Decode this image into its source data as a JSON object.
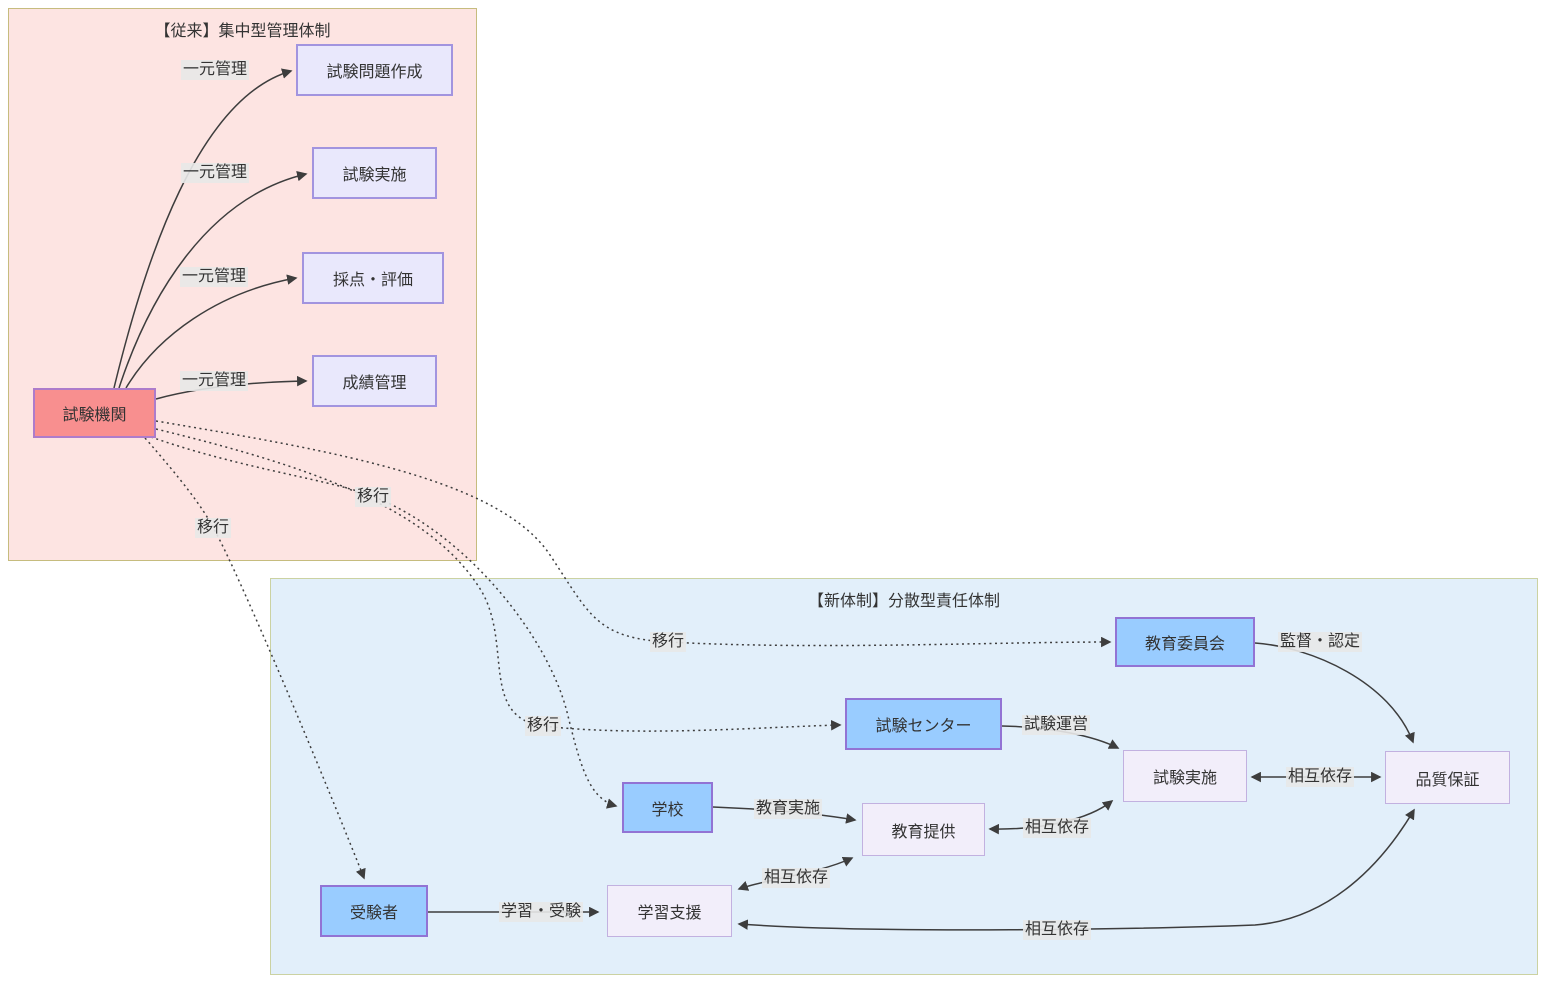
{
  "diagram_type": "flowchart",
  "clusters": {
    "legacy": {
      "title": "【従来】集中型管理体制"
    },
    "modern": {
      "title": "【新体制】分散型責任体制"
    }
  },
  "nodes": {
    "examAuthority": {
      "label": "試験機関"
    },
    "questionCreation": {
      "label": "試験問題作成"
    },
    "examExecutionOld": {
      "label": "試験実施"
    },
    "scoringEvaluation": {
      "label": "採点・評価"
    },
    "gradeManagement": {
      "label": "成績管理"
    },
    "boardOfEducation": {
      "label": "教育委員会"
    },
    "examCenter": {
      "label": "試験センター"
    },
    "school": {
      "label": "学校"
    },
    "examinee": {
      "label": "受験者"
    },
    "examExecutionNew": {
      "label": "試験実施"
    },
    "educationProvision": {
      "label": "教育提供"
    },
    "learningSupport": {
      "label": "学習支援"
    },
    "qualityAssurance": {
      "label": "品質保証"
    }
  },
  "edge_labels": {
    "unified1": "一元管理",
    "unified2": "一元管理",
    "unified3": "一元管理",
    "unified4": "一元管理",
    "migrationSchool": "移行",
    "migrationExaminee": "移行",
    "migrationBoard": "移行",
    "migrationCenter": "移行",
    "supervisionCertification": "監督・認定",
    "examOperation": "試験運営",
    "educationExecution": "教育実施",
    "learningAndExam": "学習・受験",
    "mutualExecQuality": "相互依存",
    "mutualProvisionExec": "相互依存",
    "mutualSupportProvision": "相互依存",
    "mutualSupportQuality": "相互依存"
  },
  "colors": {
    "legacy_cluster_fill": "#fde4e2",
    "legacy_cluster_border": "#c6bc7e",
    "modern_cluster_fill": "#e2effa",
    "modern_cluster_border": "#cbd2a2",
    "authority_node_fill": "#f88f8f",
    "actor_node_fill": "#99ccff",
    "process_node_fill": "#e9e8fc",
    "shared_node_fill": "#f2eefa",
    "node_border_purple": "#9273d4",
    "edge_stroke": "#3d3d3d",
    "edge_label_bg": "#e8e8e8",
    "text": "#333333"
  }
}
